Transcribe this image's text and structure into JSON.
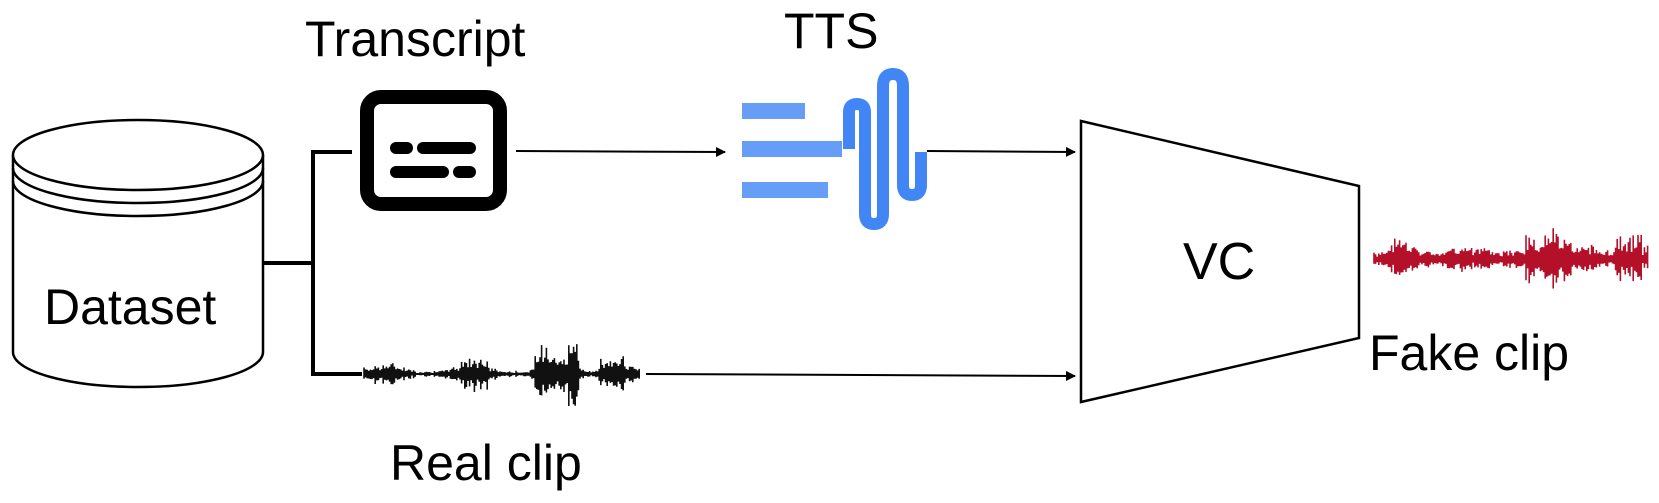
{
  "labels": {
    "transcript": "Transcript",
    "tts": "TTS",
    "dataset": "Dataset",
    "vc": "VC",
    "real_clip": "Real clip",
    "fake_clip": "Fake clip"
  },
  "icons": {
    "dataset": "database-cylinder-icon",
    "transcript": "subtitles-icon",
    "tts": "text-to-speech-icon",
    "real_clip": "waveform-icon",
    "fake_clip": "waveform-icon"
  },
  "colors": {
    "stroke": "#000000",
    "tts_blue": "#4285f4",
    "tts_light_blue": "#669df6",
    "real_wave": "#111111",
    "fake_wave": "#b5102a"
  }
}
